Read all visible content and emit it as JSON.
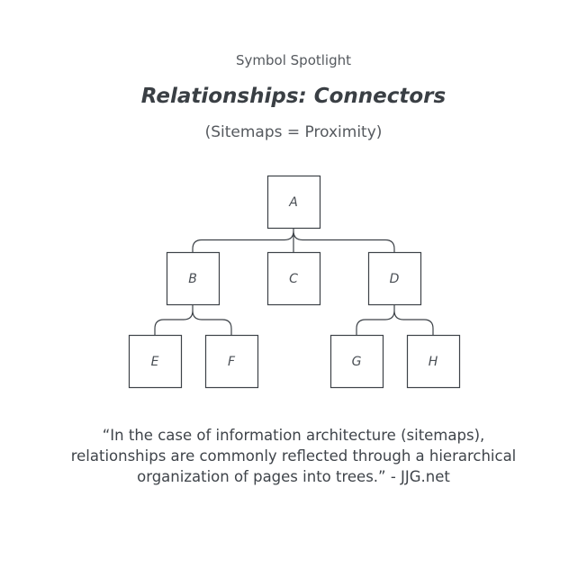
{
  "header": {
    "kicker": "Symbol Spotlight",
    "title": "Relationships: Connectors",
    "subtitle": "(Sitemaps = Proximity)"
  },
  "diagram": {
    "nodes": [
      {
        "id": "A",
        "label": "A"
      },
      {
        "id": "B",
        "label": "B"
      },
      {
        "id": "C",
        "label": "C"
      },
      {
        "id": "D",
        "label": "D"
      },
      {
        "id": "E",
        "label": "E"
      },
      {
        "id": "F",
        "label": "F"
      },
      {
        "id": "G",
        "label": "G"
      },
      {
        "id": "H",
        "label": "H"
      }
    ],
    "edges": [
      {
        "from": "A",
        "to": [
          "B",
          "C",
          "D"
        ]
      },
      {
        "from": "B",
        "to": [
          "E",
          "F"
        ]
      },
      {
        "from": "D",
        "to": [
          "G",
          "H"
        ]
      }
    ]
  },
  "footer": {
    "quote": "“In the case of information architecture (sitemaps), relationships are commonly reflected through a hierarchical organization of pages into trees.” - JJG.net"
  },
  "colors": {
    "stroke": "#3d4248",
    "text": "#343a40"
  }
}
